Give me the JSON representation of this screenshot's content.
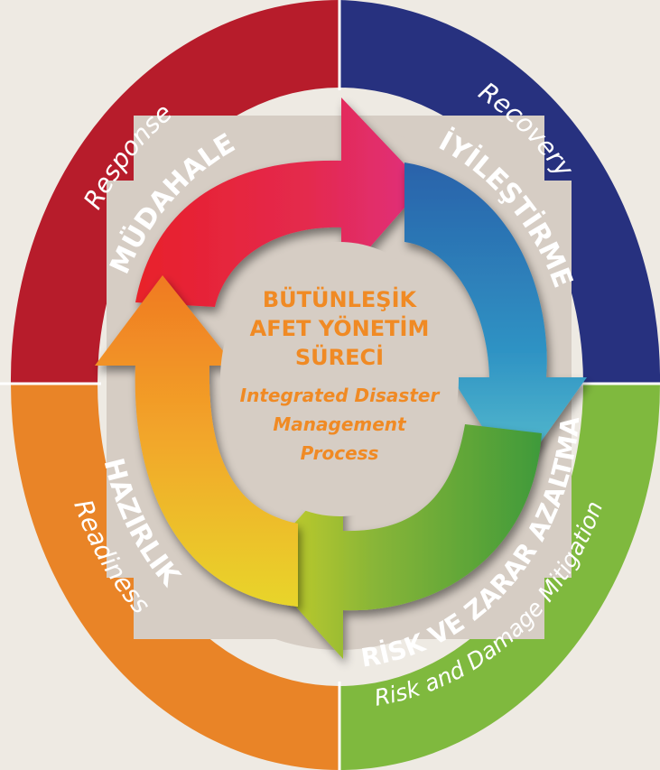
{
  "center": {
    "title_line1": "BÜTÜNLEŞİK",
    "title_line2": "AFET YÖNETİM",
    "title_line3": "SÜRECİ",
    "subtitle_line1": "Integrated Disaster",
    "subtitle_line2": "Management",
    "subtitle_line3": "Process"
  },
  "phases": {
    "response": {
      "tr": "MÜDAHALE",
      "en": "Response",
      "color": "#b71c2b"
    },
    "recovery": {
      "tr": "İYİLEŞTİRME",
      "en": "Recovery",
      "color": "#27317f"
    },
    "mitigation": {
      "tr": "RİSK VE ZARAR AZALTMA",
      "en": "Risk and Damage Mitigation",
      "color": "#7fb93e"
    },
    "readiness": {
      "tr": "HAZIRLIK",
      "en": "Readiness",
      "color": "#e98427"
    }
  },
  "colors": {
    "background": "#eeeae3",
    "inner_square": "#d6cdc4",
    "center_text": "#f08a24"
  }
}
